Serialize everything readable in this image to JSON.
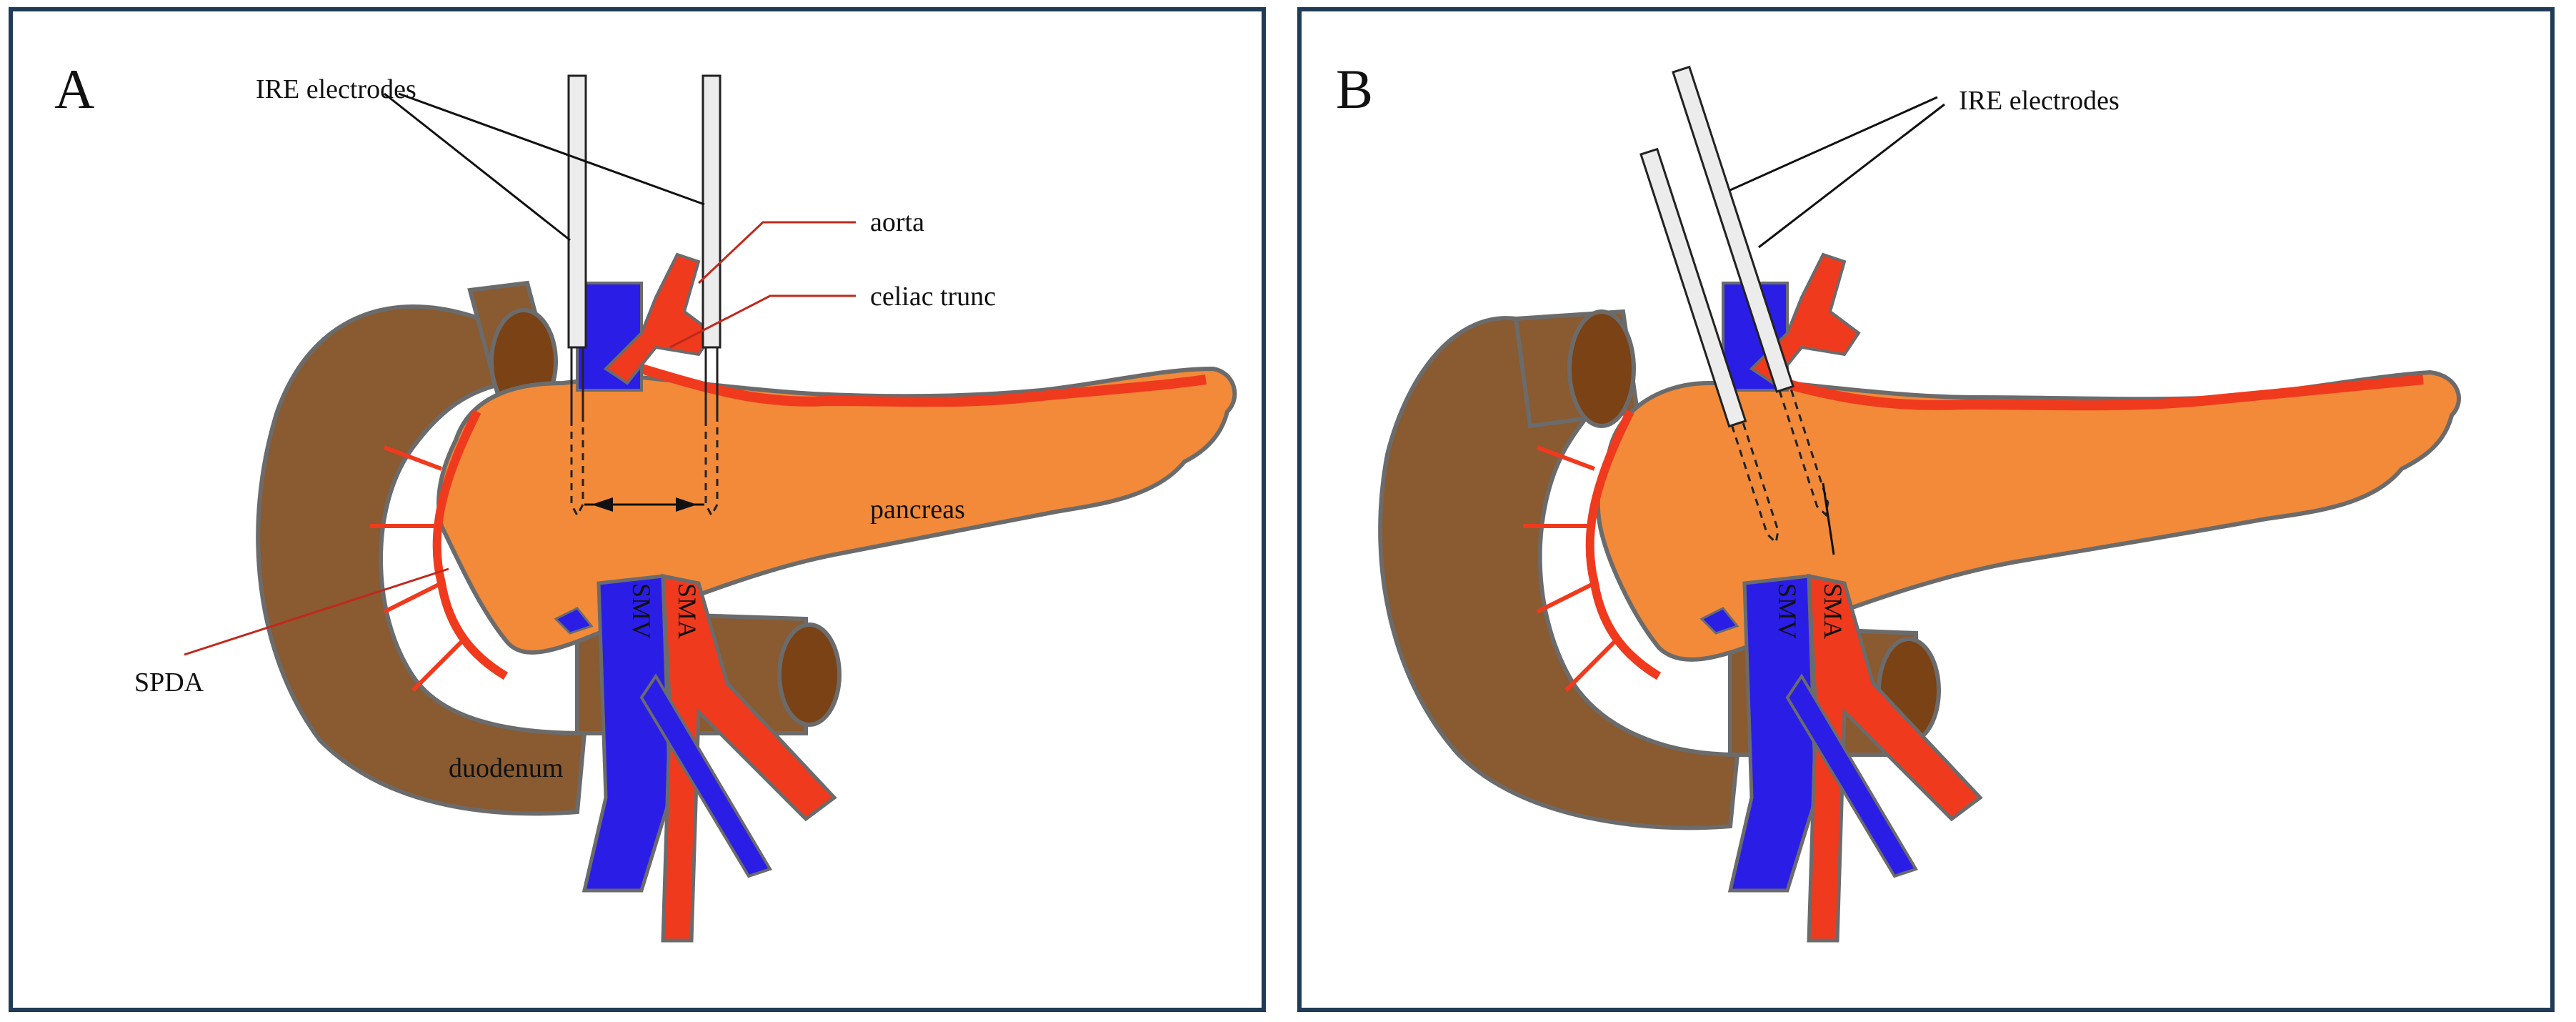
{
  "panels": [
    {
      "letter": "A",
      "labels": {
        "electrodes": "IRE electrodes",
        "aorta": "aorta",
        "celiac": "celiac trunc",
        "pancreas": "pancreas",
        "spda": "SPDA",
        "duodenum": "duodenum",
        "smv": "SMV",
        "sma": "SMA"
      }
    },
    {
      "letter": "B",
      "labels": {
        "electrodes": "IRE electrodes",
        "smv": "SMV",
        "sma": "SMA"
      }
    }
  ],
  "colors": {
    "duodenum": "#8a5a30",
    "duodenum_lumen": "#7a4215",
    "pancreas": "#f28a3a",
    "vein": "#2a1ee6",
    "artery": "#f03a1e",
    "outline": "#6b6b6b",
    "electrode": "#ececec",
    "frame": "#1f3b57"
  }
}
